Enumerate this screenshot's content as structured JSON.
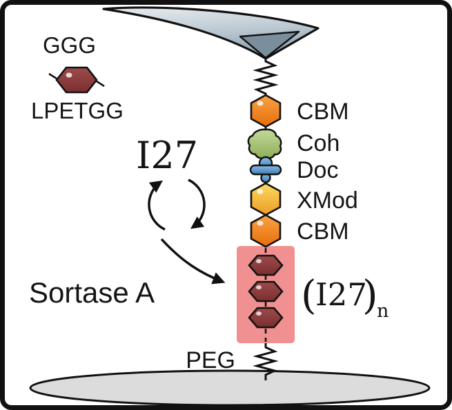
{
  "diagram": {
    "reagents": {
      "ggg": "GGG",
      "lpetgg": "LPETGG",
      "i27_monomer": "I27",
      "enzyme": "Sortase A"
    },
    "fusion_construct": {
      "domains": [
        "CBM",
        "Coh",
        "Doc",
        "XMod",
        "CBM"
      ],
      "polyprotein": {
        "open": "(",
        "core": "I27",
        "close": ")",
        "subscript": "n"
      },
      "linker": "PEG"
    },
    "colors": {
      "cbm_orange": "#EE7D15",
      "coh_green": "#A6C77A",
      "doc_blue": "#5B9BD5",
      "xmod_yellow": "#F4C23C",
      "i27_dark_red": "#8C3A3A",
      "pink_highlight_box": "#F19090",
      "cantilever_gray": "#AEC0CB",
      "surface_gray": "#DCDCDC"
    }
  }
}
